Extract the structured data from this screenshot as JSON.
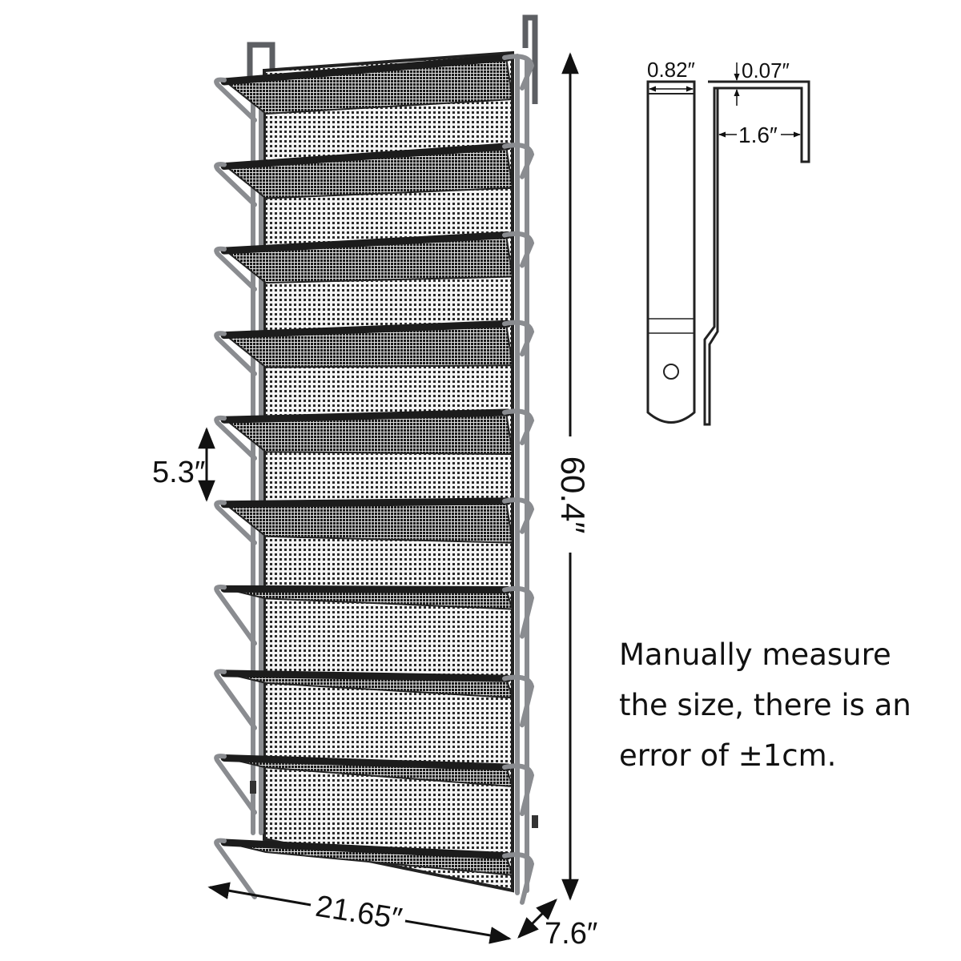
{
  "colors": {
    "background": "#ffffff",
    "frame": "#8a8c90",
    "frame_dark": "#5d5f63",
    "mesh": "#2a2a2a",
    "mesh_light": "#f4f4f4",
    "ink": "#111111"
  },
  "dimensions": {
    "height": "60.4″",
    "width": "21.65″",
    "depth": "7.6″",
    "shelf_spacing": "5.3″",
    "hook_width": "0.82″",
    "hook_thickness": "0.07″",
    "hook_depth": "1.6″"
  },
  "rack": {
    "shelf_count": 10
  },
  "note": {
    "line1": "Manually measure",
    "line2": "the size, there is an",
    "line3": "error of ±1cm."
  }
}
